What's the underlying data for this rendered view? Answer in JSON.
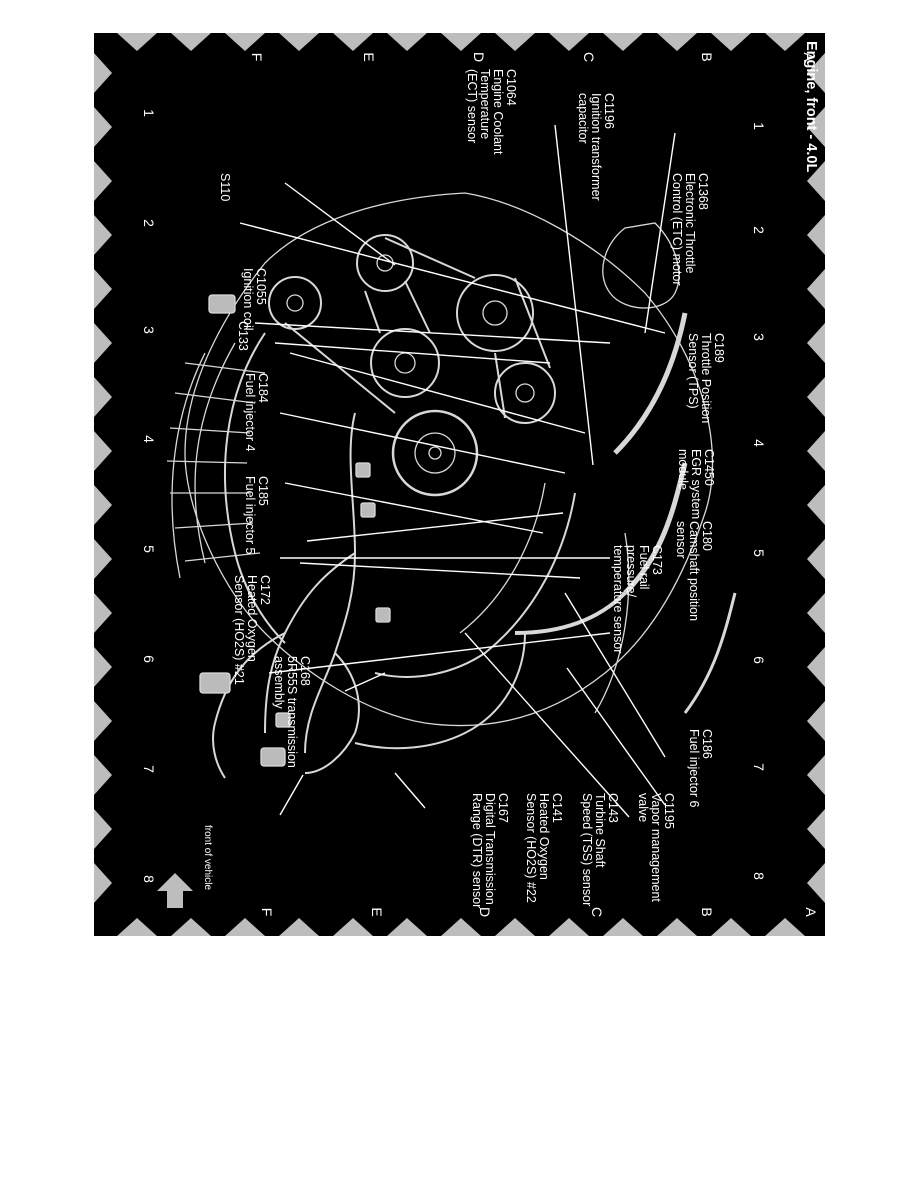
{
  "title": "Engine, front - 4.0L",
  "grid": {
    "columns": [
      "1",
      "2",
      "3",
      "4",
      "5",
      "6",
      "7",
      "8"
    ],
    "rows": [
      "A",
      "B",
      "C",
      "D",
      "E",
      "F"
    ]
  },
  "labels": [
    {
      "id": "c1196",
      "lines": [
        "C1196",
        "Ignition transformer",
        "capacitor"
      ]
    },
    {
      "id": "c1064",
      "lines": [
        "C1064",
        "Engine Coolant",
        "Temperature",
        "(ECT) sensor"
      ]
    },
    {
      "id": "c1368",
      "lines": [
        "C1368",
        "Electronic Throttle",
        "Control (ETC) motor"
      ]
    },
    {
      "id": "s110",
      "lines": [
        "S110"
      ]
    },
    {
      "id": "c1055",
      "lines": [
        "C1055",
        "Ignition coil"
      ]
    },
    {
      "id": "c189",
      "lines": [
        "C189",
        "Throttle Position",
        "Sensor (TPS)"
      ]
    },
    {
      "id": "c133",
      "lines": [
        "C133"
      ]
    },
    {
      "id": "c184",
      "lines": [
        "C184",
        "Fuel injector 4"
      ]
    },
    {
      "id": "c1450",
      "lines": [
        "C1450",
        "EGR system",
        "module"
      ]
    },
    {
      "id": "c185",
      "lines": [
        "C185",
        "Fuel injector 5"
      ]
    },
    {
      "id": "c180",
      "lines": [
        "C180",
        "Camshaft position",
        "sensor"
      ]
    },
    {
      "id": "c173",
      "lines": [
        "C173",
        "Fuel rail",
        "pressure/",
        "temperature sensor"
      ]
    },
    {
      "id": "c172",
      "lines": [
        "C172",
        "Heated Oxygen",
        "Sensor (HO2S) #21"
      ]
    },
    {
      "id": "c168",
      "lines": [
        "C168",
        "5R55S transmission",
        "assembly"
      ]
    },
    {
      "id": "c186",
      "lines": [
        "C186",
        "Fuel injector 6"
      ]
    },
    {
      "id": "c1195",
      "lines": [
        "C1195",
        "Vapor management",
        "valve"
      ]
    },
    {
      "id": "c143",
      "lines": [
        "C143",
        "Turbine Shaft",
        "Speed (TSS) sensor"
      ]
    },
    {
      "id": "c141",
      "lines": [
        "C141",
        "Heated Oxygen",
        "Sensor (HO2S) #22"
      ]
    },
    {
      "id": "c167",
      "lines": [
        "C167",
        "Digital Transmission",
        "Range (DTR) sensor"
      ]
    }
  ],
  "front_label": "front of vehicle",
  "colors": {
    "background": "#000000",
    "foreground": "#ffffff",
    "page": "#ffffff"
  }
}
